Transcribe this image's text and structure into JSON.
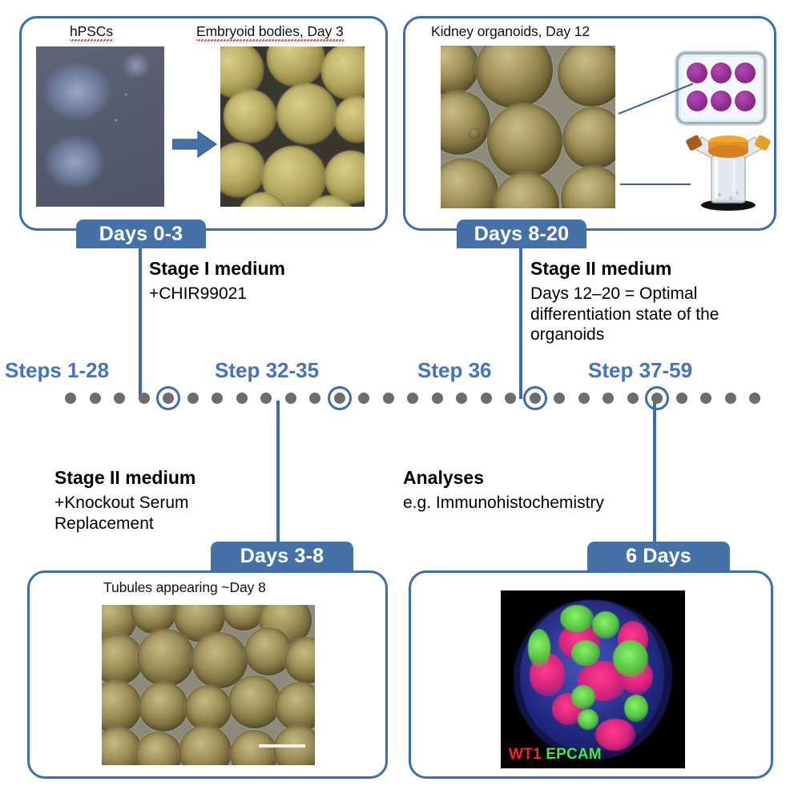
{
  "figure": {
    "type": "experimental-protocol-timeline",
    "title": "Kidney organoid differentiation protocol timeline"
  },
  "panels": {
    "top_left": {
      "captions": [
        {
          "text": "hPSCs",
          "misspelled": true
        },
        {
          "text": "Embryoid bodies, Day 3",
          "misspelled": true
        }
      ],
      "badge": "Days 0-3",
      "arrow": "right-arrow-icon"
    },
    "top_right": {
      "captions": [
        {
          "text": "Kidney organoids, Day 12",
          "misspelled": false
        }
      ],
      "badge": "Days 8-20",
      "icons": [
        "6-well-plate-icon",
        "spinner-flask-icon"
      ],
      "plate_wells": 6
    },
    "bottom_left": {
      "captions": [
        {
          "text": "Tubules appearing ~Day 8",
          "misspelled": false
        }
      ],
      "badge": "Days 3-8"
    },
    "bottom_right": {
      "captions": [],
      "badge": "6 Days",
      "legend": [
        {
          "label": "WT1",
          "color": "#ff2020"
        },
        {
          "label": "EPCAM",
          "color": "#46e83c"
        }
      ]
    }
  },
  "annotations": {
    "stage1": {
      "title": "Stage I medium",
      "lines": [
        "+CHIR99021"
      ]
    },
    "stage2_top": {
      "title": "Stage II medium",
      "lines": [
        "Days 12–20 = Optimal",
        "differentiation state of the",
        "organoids"
      ]
    },
    "stage2_bottom": {
      "title": "Stage II medium",
      "lines": [
        "+Knockout Serum",
        "Replacement"
      ]
    },
    "analyses": {
      "title": "Analyses",
      "lines": [
        "e.g. Immunohistochemistry"
      ]
    }
  },
  "timeline": {
    "dot_count": 29,
    "dot_color": "#6d6d6d",
    "ring_color": "#3b6cb5",
    "steps": [
      {
        "label": "Steps 1-28",
        "ring_index": 4
      },
      {
        "label": "Step 32-35",
        "ring_index": 11
      },
      {
        "label": "Step 36",
        "ring_index": 19
      },
      {
        "label": "Step 37-59",
        "ring_index": 24
      }
    ]
  },
  "colors": {
    "panel_border": "#3b6cb5",
    "badge_fill": "#4472a8",
    "step_label": "#4472c4",
    "connector": "#3b6cb5",
    "well_purple": "#8e2c8e"
  }
}
